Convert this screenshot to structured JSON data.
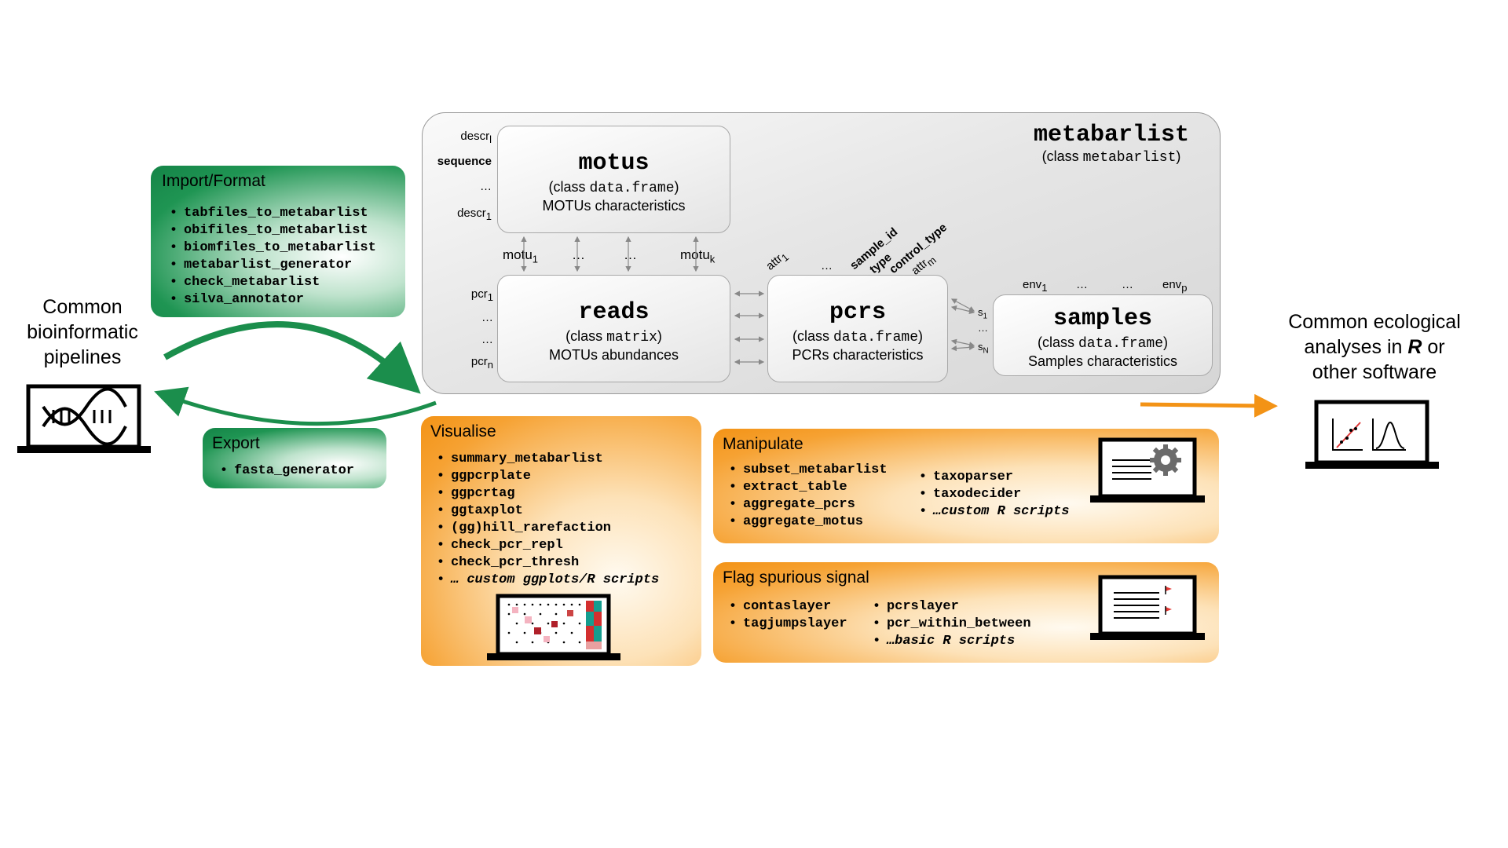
{
  "metabarlist": {
    "name": "metabarlist",
    "class_prefix": "(class ",
    "class_name": "metabarlist",
    "class_suffix": ")"
  },
  "motus": {
    "name": "motus",
    "class_prefix": "(class ",
    "class_name": "data.frame",
    "class_suffix": ")",
    "desc": "MOTUs characteristics",
    "left_labels": [
      "descr",
      "sequence",
      "…",
      "descr"
    ],
    "left_subs": [
      "l",
      "",
      "",
      "1"
    ],
    "bottom_labels": [
      "motu",
      "…",
      "…",
      "motu"
    ],
    "bottom_subs": [
      "1",
      "",
      "",
      "k"
    ]
  },
  "reads": {
    "name": "reads",
    "class_prefix": "(class ",
    "class_name": "matrix",
    "class_suffix": ")",
    "desc": "MOTUs abundances",
    "left_labels": [
      "pcr",
      "…",
      "…",
      "pcr"
    ],
    "left_subs": [
      "1",
      "",
      "",
      "n"
    ]
  },
  "pcrs": {
    "name": "pcrs",
    "class_prefix": "(class ",
    "class_name": "data.frame",
    "class_suffix": ")",
    "desc": "PCRs characteristics",
    "top_labels": [
      "attr",
      "…",
      "sample_id",
      "type",
      "control_type",
      "attr"
    ],
    "top_subs": [
      "1",
      "",
      "",
      "",
      "",
      "m"
    ]
  },
  "samples": {
    "name": "samples",
    "class_prefix": "(class ",
    "class_name": "data.frame",
    "class_suffix": ")",
    "desc": "Samples characteristics",
    "top_labels": [
      "env",
      "…",
      "…",
      "env"
    ],
    "top_subs": [
      "1",
      "",
      "",
      "p"
    ],
    "left_labels": [
      "s",
      "…",
      "s"
    ],
    "left_subs": [
      "1",
      "",
      "N"
    ]
  },
  "import": {
    "title": "Import/Format",
    "items": [
      "tabfiles_to_metabarlist",
      "obifiles_to_metabarlist",
      "biomfiles_to_metabarlist",
      "metabarlist_generator",
      "check_metabarlist",
      "silva_annotator"
    ]
  },
  "export": {
    "title": "Export",
    "items": [
      "fasta_generator"
    ]
  },
  "left_caption": [
    "Common",
    "bioinformatic",
    "pipelines"
  ],
  "right_caption": {
    "line1": "Common ecological",
    "line2_pre": "analyses in ",
    "line2_r": "R",
    "line2_post": " or",
    "line3": "other software"
  },
  "visualise": {
    "title": "Visualise",
    "items": [
      "summary_metabarlist",
      "ggpcrplate",
      "ggpcrtag",
      "ggtaxplot",
      "(gg)hill_rarefaction",
      "check_pcr_repl",
      "check_pcr_thresh"
    ],
    "last": "… custom ggplots/R scripts"
  },
  "manipulate": {
    "title": "Manipulate",
    "items_a": [
      "subset_metabarlist",
      "extract_table",
      "aggregate_pcrs",
      "aggregate_motus"
    ],
    "items_b": [
      "taxoparser",
      "taxodecider"
    ],
    "last_b_pre": "…custom ",
    "last_b_r": "R",
    "last_b_post": " scripts"
  },
  "flag": {
    "title": "Flag spurious signal",
    "items_a": [
      "contaslayer",
      "tagjumpslayer"
    ],
    "items_b": [
      "pcrslayer",
      "pcr_within_between"
    ],
    "last_b_pre": "…basic ",
    "last_b_r": "R",
    "last_b_post": " scripts"
  },
  "colors": {
    "green": "#148447",
    "orange": "#f39316",
    "grey": "#d6d6d6"
  },
  "icons": [
    "dna-icon",
    "chart-icon",
    "gear-icon",
    "list-icon",
    "heatmap-icon",
    "flag-icon"
  ]
}
